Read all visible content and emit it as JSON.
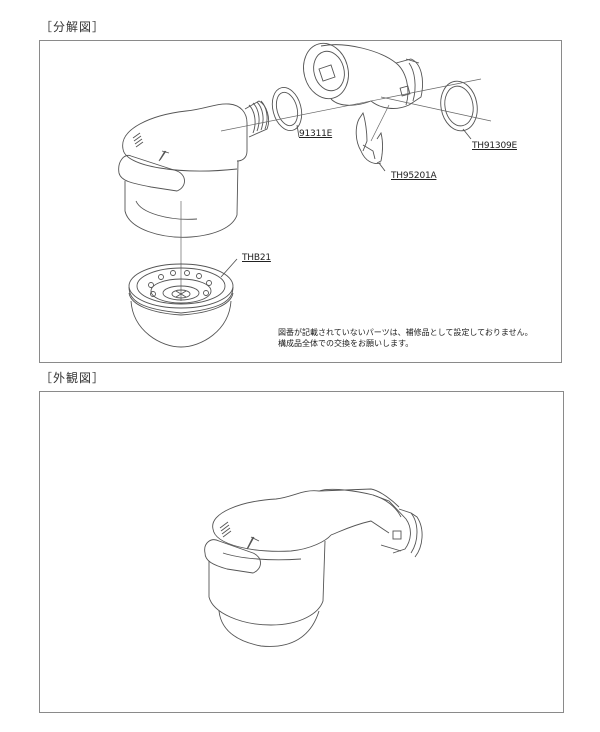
{
  "sections": {
    "exploded": {
      "title": "［分解図］",
      "parts": [
        {
          "id": "91311E",
          "label": "91311E"
        },
        {
          "id": "TH91309E",
          "label": "TH91309E"
        },
        {
          "id": "TH95201A",
          "label": "TH95201A"
        },
        {
          "id": "THB21",
          "label": "THB21"
        }
      ],
      "note": {
        "line1": "図番が記載されていないパーツは、補修品として設定しておりません。",
        "line2": "構成品全体での交換をお願いします。"
      }
    },
    "external": {
      "title": "［外観図］"
    }
  },
  "colors": {
    "line": "#555555",
    "frame": "#8a8a8a",
    "text": "#222222"
  }
}
